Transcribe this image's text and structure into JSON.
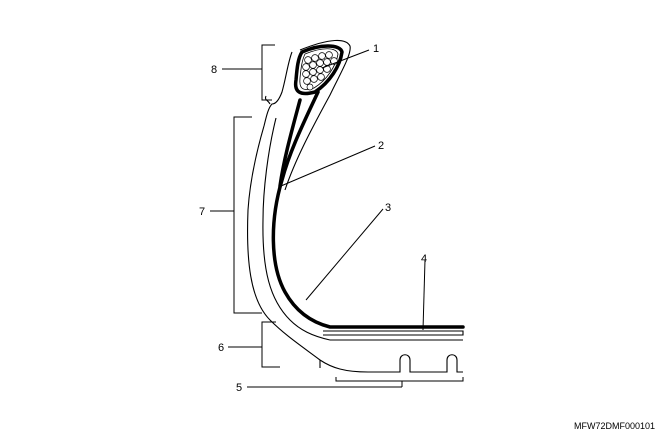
{
  "callouts": {
    "c1": "1",
    "c2": "2",
    "c3": "3",
    "c4": "4",
    "c5": "5",
    "c6": "6",
    "c7": "7",
    "c8": "8"
  },
  "figure_code": "MFW72DMF000101"
}
